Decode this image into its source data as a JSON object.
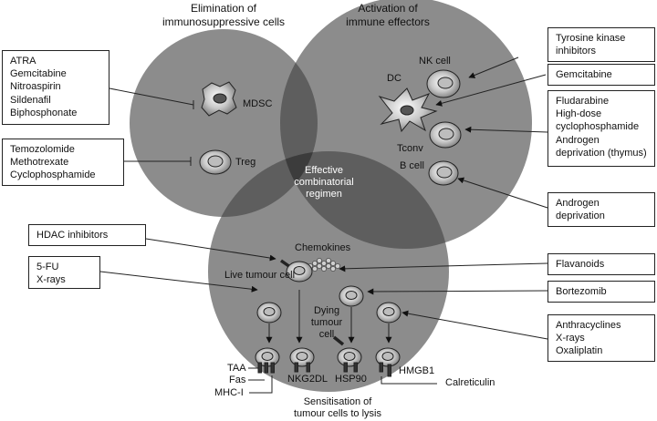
{
  "headers": {
    "left": [
      "Elimination of",
      "immunosuppressive cells"
    ],
    "right": [
      "Activation of",
      "immune effectors"
    ]
  },
  "center": [
    "Effective",
    "combinatorial",
    "regimen"
  ],
  "cells": {
    "mdsc": "MDSC",
    "treg": "Treg",
    "nk": "NK cell",
    "dc": "DC",
    "tconv": "Tconv",
    "bcell": "B cell",
    "chemokines": "Chemokines",
    "live": "Live tumour cell",
    "dying": [
      "Dying",
      "tumour",
      "cell"
    ]
  },
  "markers": {
    "taa": "TAA",
    "fas": "Fas",
    "mhc": "MHC-I",
    "nkg2dl": "NKG2DL",
    "hsp90": "HSP90",
    "hmgb1": "HMGB1",
    "calreticulin": "Calreticulin"
  },
  "sensitisation": [
    "Sensitisation of",
    "tumour cells to lysis"
  ],
  "boxes": {
    "left_agents": [
      "ATRA",
      "Gemcitabine",
      "Nitroaspirin",
      "Sildenafil",
      "Biphosphonate"
    ],
    "left_agents2": [
      "Temozolomide",
      "Methotrexate",
      "Cyclophosphamide"
    ],
    "hdac": [
      "HDAC inhibitors"
    ],
    "fu": [
      "5-FU",
      "X-rays"
    ],
    "tki": [
      "Tyrosine kinase",
      "inhibitors"
    ],
    "gem": [
      "Gemcitabine"
    ],
    "flu": [
      "Fludarabine",
      "High-dose",
      "cyclophosphamide",
      "Androgen",
      "deprivation (thymus)"
    ],
    "andro": [
      "Androgen",
      "deprivation"
    ],
    "flav": [
      "Flavanoids"
    ],
    "bort": [
      "Bortezomib"
    ],
    "anth": [
      "Anthracyclines",
      "X-rays",
      "Oxaliplatin"
    ]
  },
  "colors": {
    "circle_fill": "#8c8c8c",
    "overlap2": "#5e5e5e",
    "overlap3": "#3c3c3c",
    "cell_fill": "#d8d8d8",
    "line": "#222222"
  }
}
